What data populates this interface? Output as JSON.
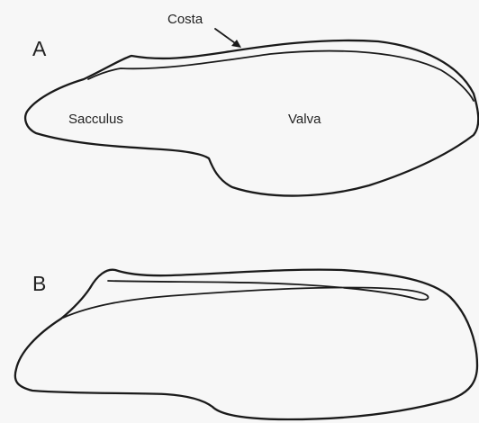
{
  "panels": [
    {
      "letter": "A",
      "labels": {
        "costa": "Costa",
        "sacculus": "Sacculus",
        "valva": "Valva"
      }
    },
    {
      "letter": "B"
    }
  ],
  "colors": {
    "background": "#f7f7f7",
    "ink": "#1a1a1a"
  }
}
